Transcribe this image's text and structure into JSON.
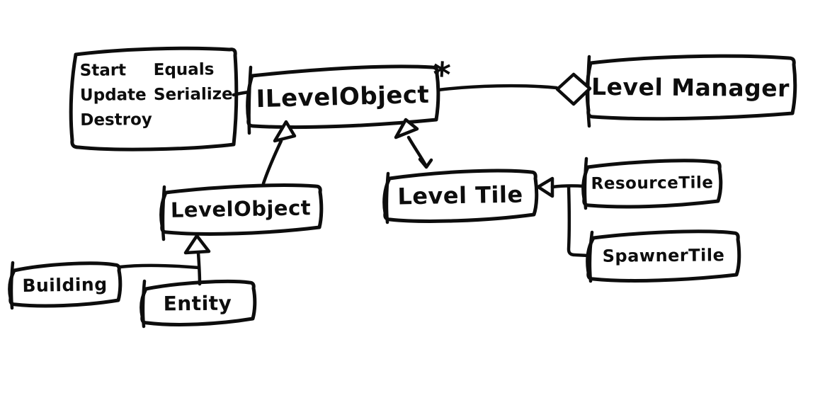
{
  "diagram": {
    "title": "hand-drawn level architecture class diagram",
    "colors": {
      "ink": "#0d0d0d",
      "background": "#ffffff"
    },
    "interface": {
      "name": "ILevelObject",
      "multiplicity": "*"
    },
    "interface_methods": {
      "items": [
        "Start",
        "Equals",
        "Update",
        "Serialize",
        "Destroy"
      ]
    },
    "nodes": {
      "level_manager": "Level Manager",
      "level_object": "LevelObject",
      "level_tile": "Level Tile",
      "resource_tile": "ResourceTile",
      "spawner_tile": "SpawnerTile",
      "building": "Building",
      "entity": "Entity"
    },
    "relations": {
      "aggregation": "LevelManager ◇— * ILevelObject",
      "inheritance": [
        "LevelObject —▷ ILevelObject",
        "LevelTile —▷ ILevelObject",
        "ResourceTile —▷ LevelTile",
        "SpawnerTile —▷ LevelTile",
        "Building —▷ LevelObject",
        "Entity —▷ LevelObject"
      ]
    }
  }
}
